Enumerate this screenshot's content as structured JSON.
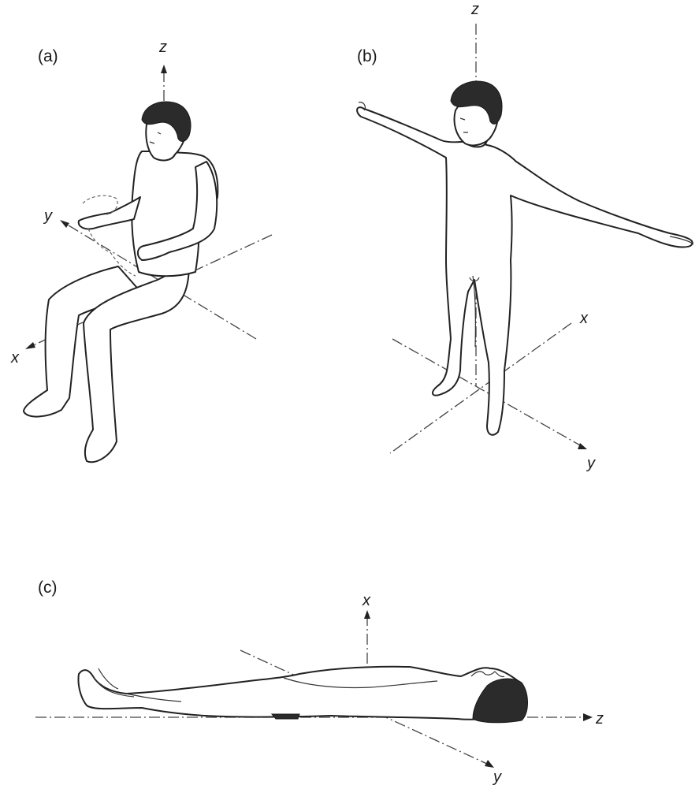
{
  "panels": [
    {
      "label": "(a)",
      "axes": {
        "x": "x",
        "y": "y",
        "z": "z"
      }
    },
    {
      "label": "(b)",
      "axes": {
        "x": "x",
        "y": "y",
        "z": "z"
      }
    },
    {
      "label": "(c)",
      "axes": {
        "x": "x",
        "y": "y",
        "z": "z"
      }
    }
  ]
}
